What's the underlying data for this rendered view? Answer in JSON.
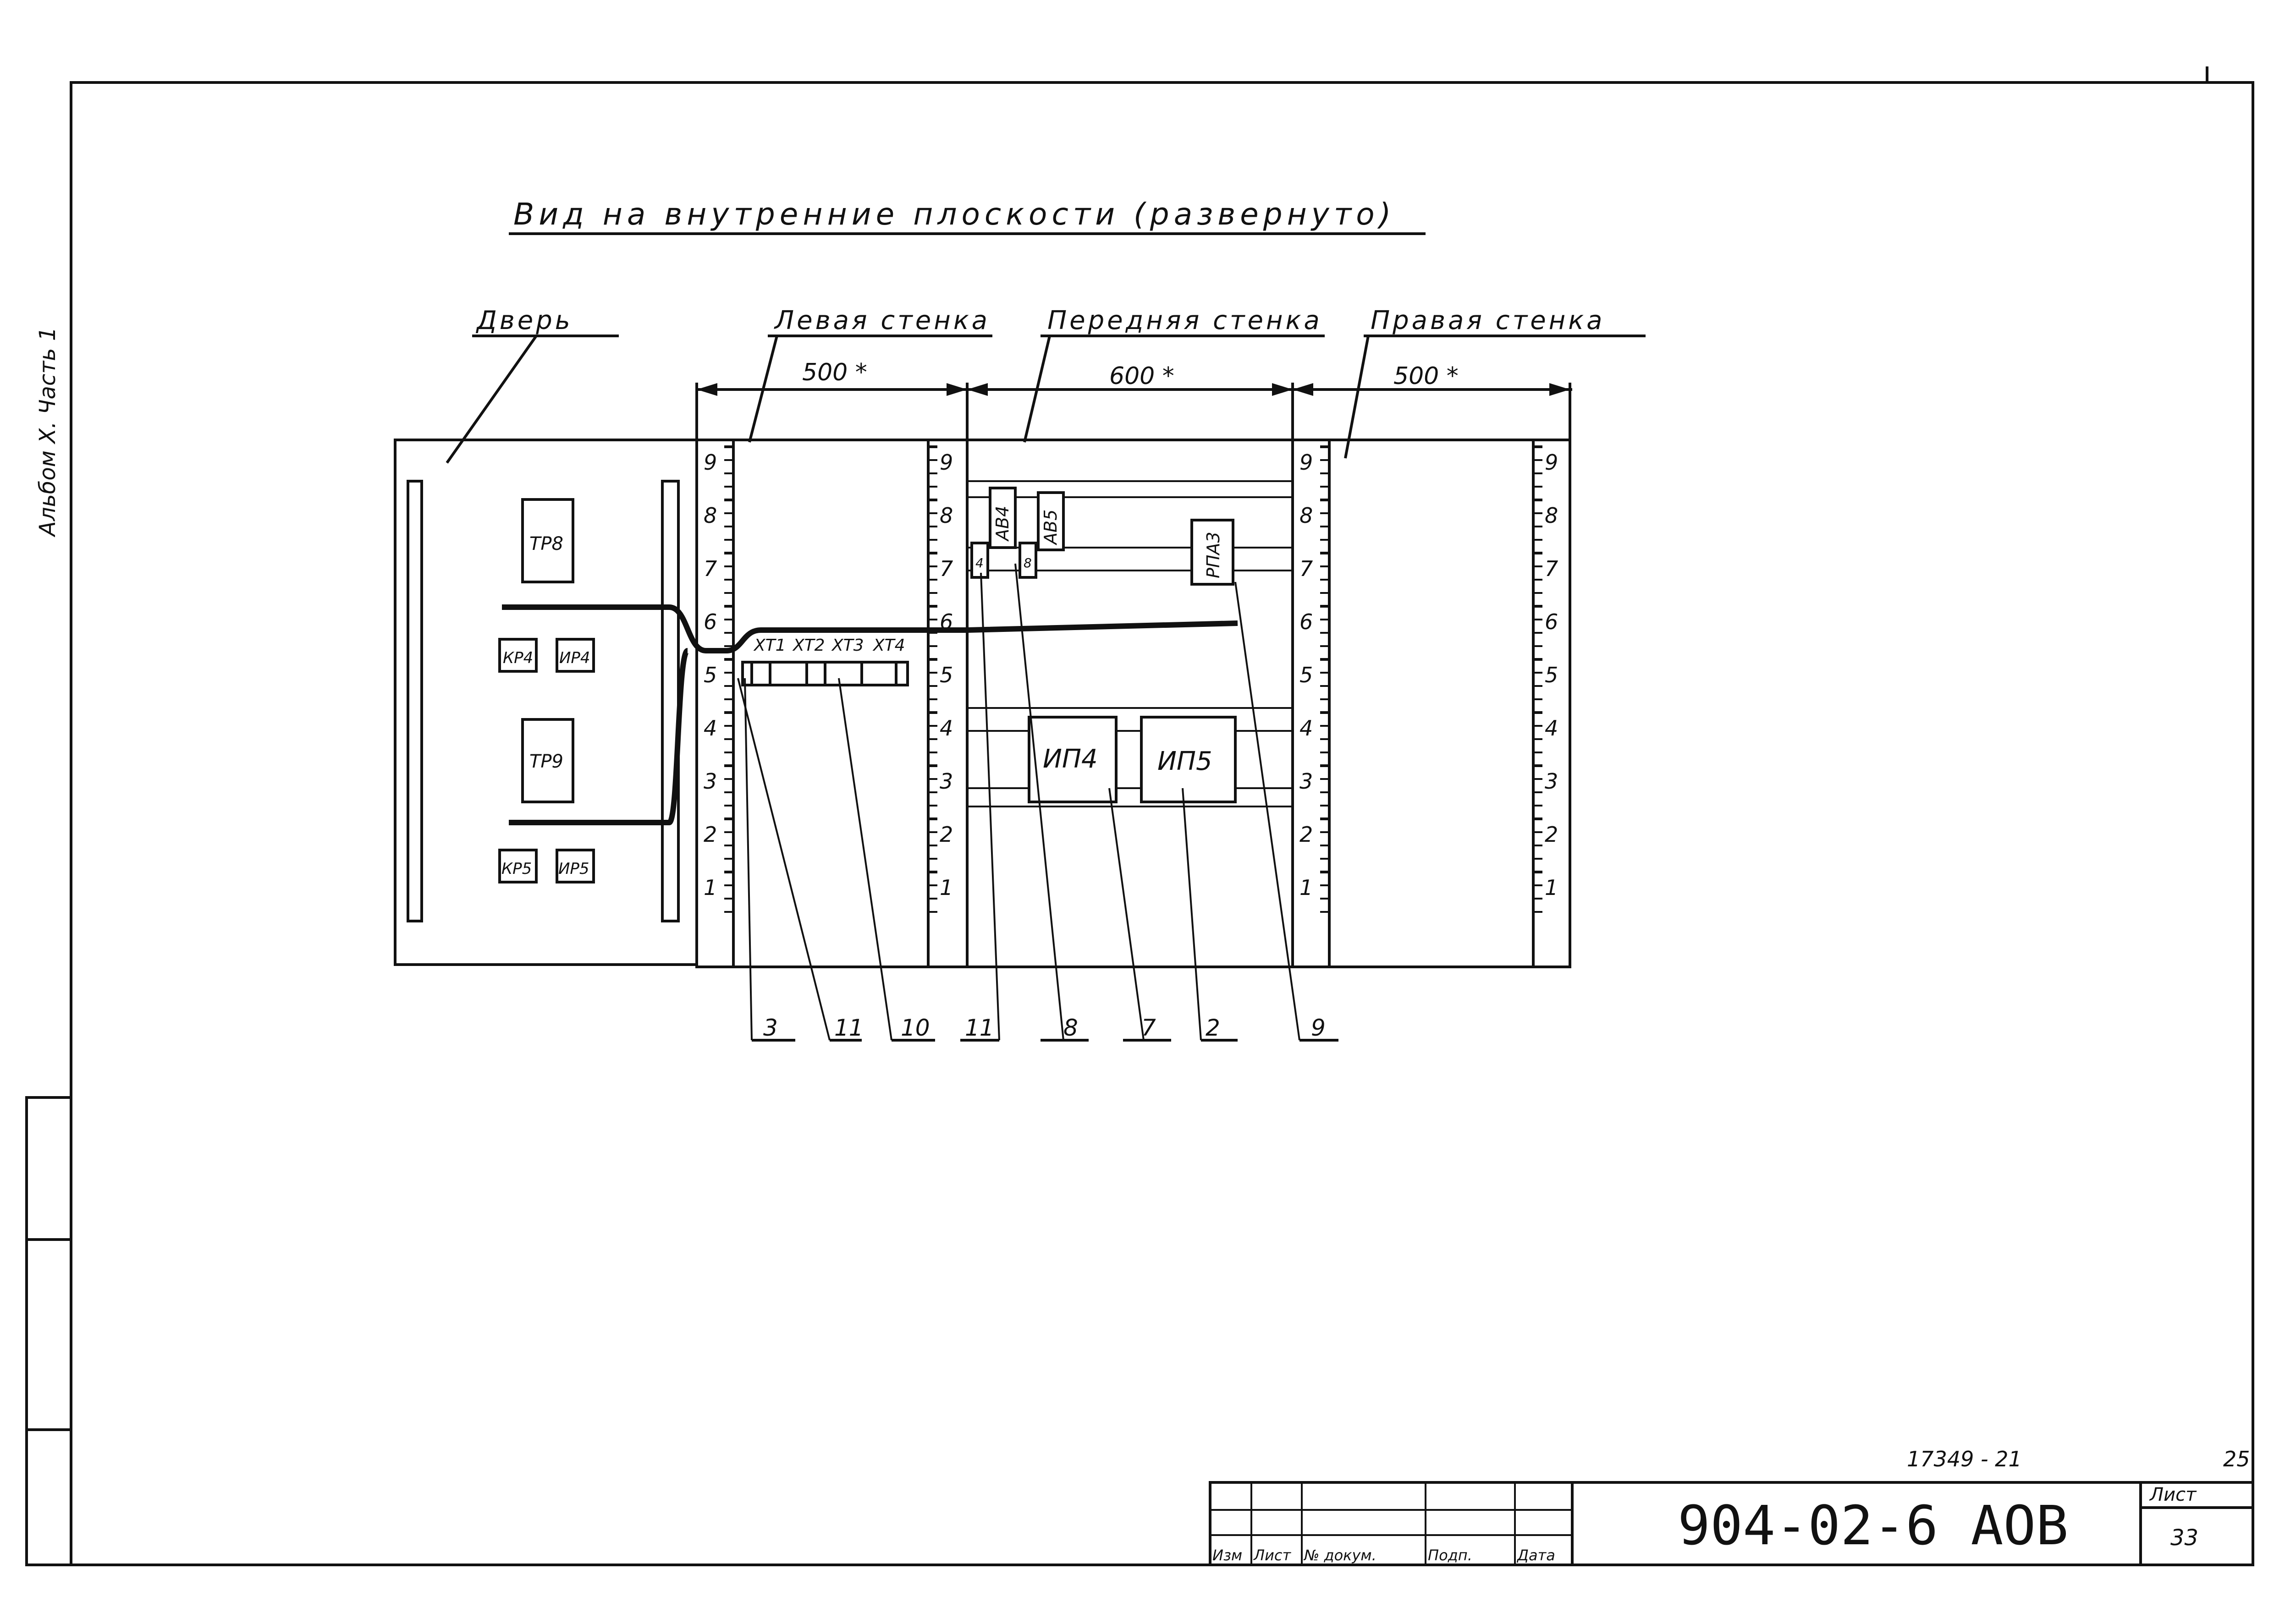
{
  "side_label": "Альбом X. Часть 1",
  "title": "Вид на внутренние плоскости (развернуто)",
  "sections": {
    "door": "Дверь",
    "left_wall": "Левая стенка",
    "front_wall": "Передняя стенка",
    "right_wall": "Правая стенка"
  },
  "dimensions": {
    "left": "500 *",
    "front": "600 *",
    "right": "500 *"
  },
  "scale_numbers": [
    "9",
    "8",
    "7",
    "6",
    "5",
    "4",
    "3",
    "2",
    "1"
  ],
  "door_components": {
    "tr8": "ТР8",
    "kr4": "КР4",
    "ir4": "ИР4",
    "tr9": "ТР9",
    "kr5": "КР5",
    "ir5": "ИР5"
  },
  "terminal_labels": {
    "xt1": "XT1",
    "xt2": "XT2",
    "xt3": "XT3",
    "xt4": "XT4"
  },
  "front_components": {
    "av4": "АВ4",
    "av5": "АВ5",
    "rpa3": "РПА3",
    "ip4": "ИП4",
    "ip5": "ИП5",
    "small_left": "4",
    "small_right": "8"
  },
  "callouts": [
    "3",
    "11",
    "10",
    "11",
    "8",
    "7",
    "2",
    "9"
  ],
  "title_block": {
    "code_number": "17349 - 21",
    "page_number": "25",
    "designation": "904-02-6 АОВ",
    "sheet_label": "Лист",
    "sheet_number": "33",
    "col_izm": "Изм",
    "col_list": "Лист",
    "col_doc": "№ докум.",
    "col_sign": "Подп.",
    "col_date": "Дата"
  }
}
